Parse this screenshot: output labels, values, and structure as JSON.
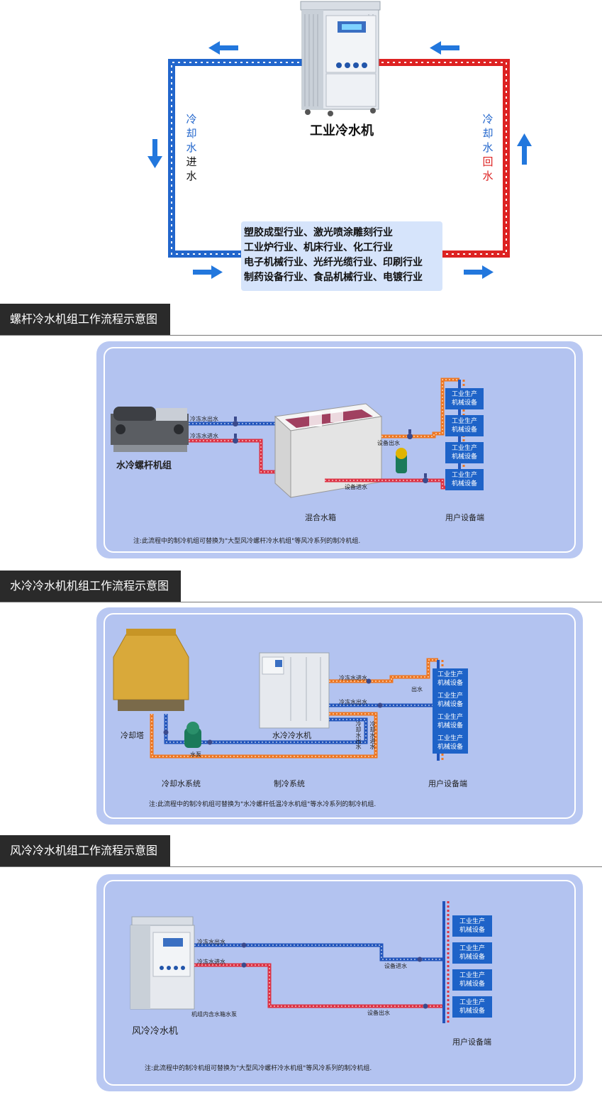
{
  "top": {
    "machine_label": "工业冷水机",
    "left_pipe_label": [
      "冷",
      "却",
      "水",
      "进",
      "水"
    ],
    "right_pipe_label": [
      "冷",
      "却",
      "水",
      "回",
      "水"
    ],
    "industries": [
      "塑胶成型行业、激光喷涂雕刻行业",
      "工业炉行业、机床行业、化工行业",
      "电子机械行业、光纤光缆行业、印刷行业",
      "制药设备行业、食品机械行业、电镀行业"
    ],
    "colors": {
      "cold": "#2266cc",
      "hot": "#dd2222",
      "arrow": "#2277dd"
    }
  },
  "section1": {
    "title": "螺杆冷水机组工作流程示意图",
    "unit_label": "水冷螺杆机组",
    "pipe_out": "冷冻水出水",
    "pipe_in": "冷冻水进水",
    "tank_label": "混合水箱",
    "equip_out": "设备出水",
    "equip_in": "设备进水",
    "user_label": "用户设备端",
    "device": [
      "工业生产",
      "机械设备"
    ],
    "note": "注:此流程中的制冷机组可替换为\"大型风冷螺杆冷水机组\"等风冷系列的制冷机组."
  },
  "section2": {
    "title": "水冷冷水机机组工作流程示意图",
    "tower_label": "冷却塔",
    "unit_label": "水冷冷水机",
    "pipe_in": "冷冻水进水",
    "pipe_out": "冷冻水出水",
    "out_label": "出水",
    "pump_label": "水泵",
    "v_label_1": "冷却水出水",
    "v_label_2": "冷却水进水",
    "cooling_system": "冷却水系统",
    "refrigeration_system": "制冷系统",
    "user_label": "用户设备端",
    "device": [
      "工业生产",
      "机械设备"
    ],
    "note": "注:此流程中的制冷机组可替换为\"水冷螺杆低温冷水机组\"等水冷系列的制冷机组."
  },
  "section3": {
    "title": "风冷冷水机组工作流程示意图",
    "unit_label": "风冷冷水机",
    "pipe_out": "冷冻水出水",
    "pipe_in": "冷冻水进水",
    "equip_in": "设备进水",
    "equip_out": "设备出水",
    "pump_note": "机组内含水箱水泵",
    "user_label": "用户设备端",
    "device": [
      "工业生产",
      "机械设备"
    ],
    "note": "注:此流程中的制冷机组可替换为\"大型风冷螺杆冷水机组\"等风冷系列的制冷机组."
  }
}
